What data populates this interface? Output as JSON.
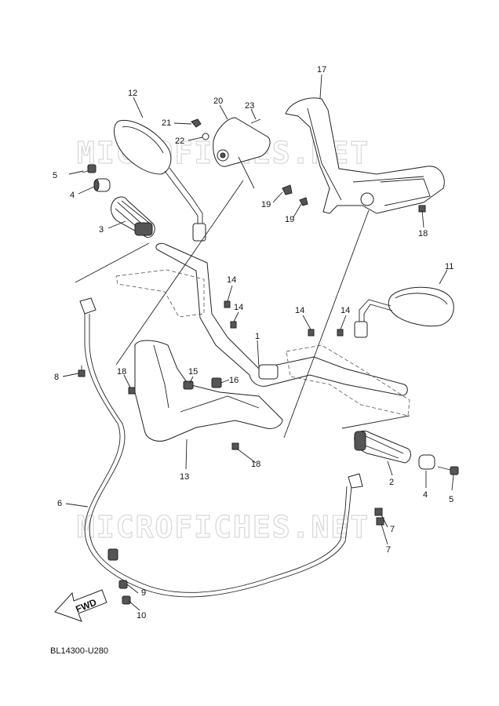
{
  "watermarks": [
    "MICROFICHES.NET",
    "MICROFICHES.NET"
  ],
  "diagram_code": "BL14300-U280",
  "fwd_label": "FWD",
  "callouts": [
    "1",
    "2",
    "3",
    "4",
    "4",
    "5",
    "5",
    "6",
    "7",
    "7",
    "8",
    "9",
    "10",
    "11",
    "12",
    "13",
    "14",
    "14",
    "14",
    "14",
    "15",
    "16",
    "17",
    "18",
    "18",
    "18",
    "19",
    "19",
    "20",
    "21",
    "22",
    "23"
  ]
}
